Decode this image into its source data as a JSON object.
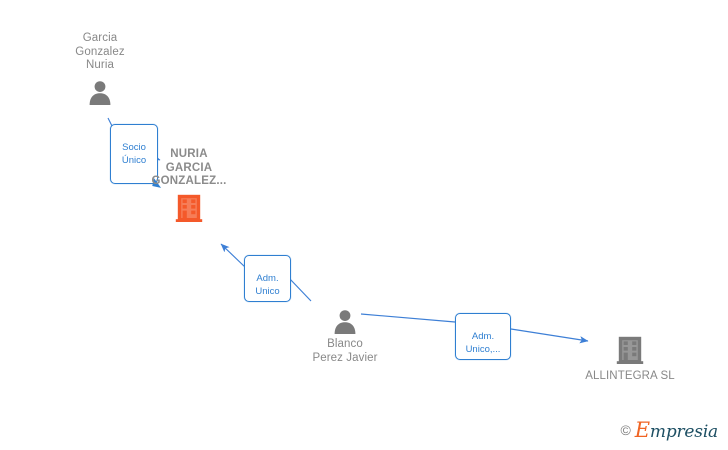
{
  "diagram": {
    "title": "Empresia corporate relationship graph",
    "colors": {
      "edge": "#3d7fd6",
      "chip_border": "#2f7fd1",
      "chip_text": "#2f7fd1",
      "person_icon": "#7a7a7a",
      "company_highlight": "#f4592a",
      "company_default": "#7a7a7a",
      "label_text": "#888888"
    },
    "nodes": [
      {
        "id": "person-garcia-gonzalez-nuria",
        "type": "person",
        "label": "Garcia\nGonzalez\nNuria",
        "label_position": "above",
        "emphasis": "normal"
      },
      {
        "id": "company-nuria-garcia-gonzalez",
        "type": "company",
        "label": "NURIA\nGARCIA\nGONZALEZ...",
        "label_position": "above",
        "emphasis": "highlight"
      },
      {
        "id": "person-blanco-perez-javier",
        "type": "person",
        "label": "Blanco\nPerez Javier",
        "label_position": "below",
        "emphasis": "normal"
      },
      {
        "id": "company-allintegra-sl",
        "type": "company",
        "label": "ALLINTEGRA SL",
        "label_position": "below",
        "emphasis": "normal"
      }
    ],
    "edges": [
      {
        "id": "edge-socio-unico",
        "from": "person-garcia-gonzalez-nuria",
        "to": "company-nuria-garcia-gonzalez",
        "chip": "Socio\nÚnico",
        "chip_style": "bubble"
      },
      {
        "id": "edge-adm-unico-left",
        "from": "person-blanco-perez-javier",
        "to": "company-nuria-garcia-gonzalez",
        "chip": "Adm.\nUnico",
        "chip_style": "box"
      },
      {
        "id": "edge-adm-unico-right",
        "from": "person-blanco-perez-javier",
        "to": "company-allintegra-sl",
        "chip": "Adm.\nUnico,...",
        "chip_style": "box"
      }
    ]
  },
  "watermark": {
    "copyright": "©",
    "brand_initial": "E",
    "brand_rest": "mpresia"
  }
}
